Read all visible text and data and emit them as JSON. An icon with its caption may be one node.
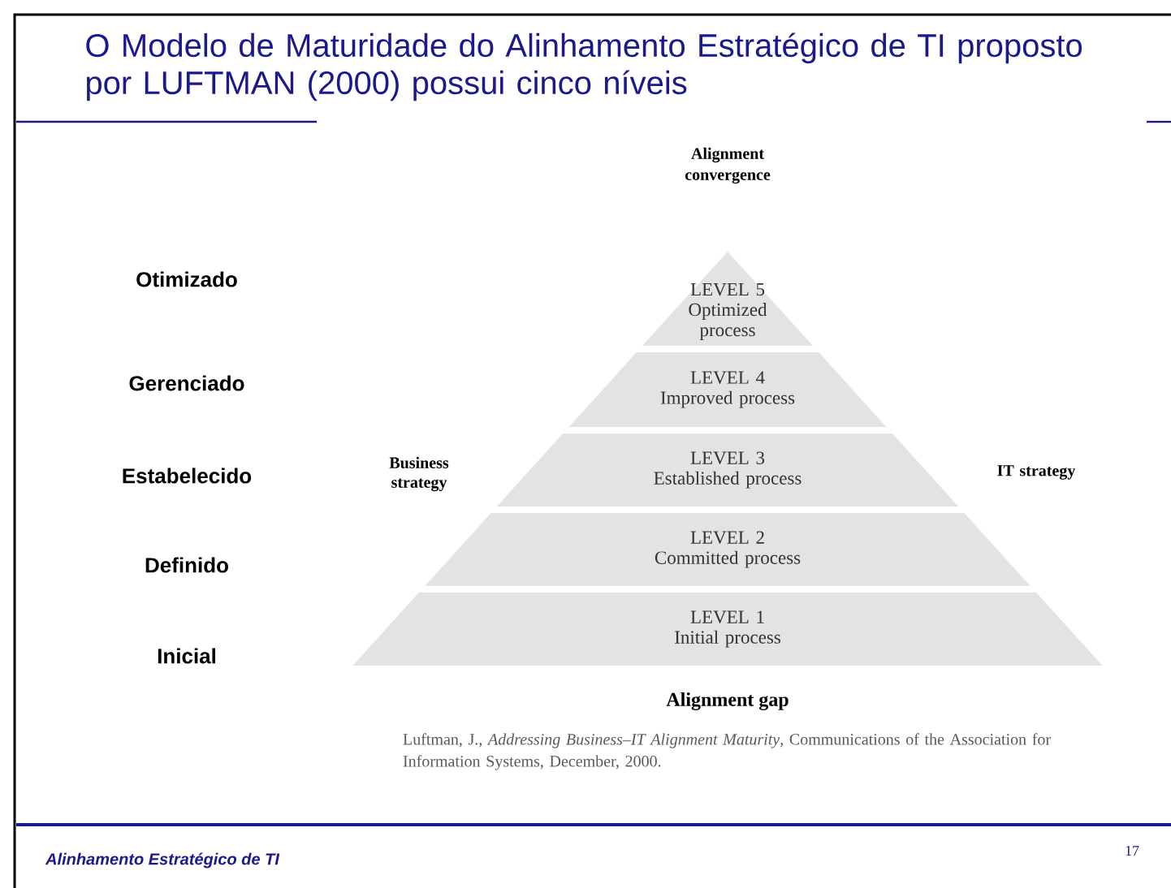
{
  "diagram": {
    "title": "O Modelo de Maturidade do Alinhamento Estratégico de TI proposto por LUFTMAN (2000) possui cinco níveis",
    "nodes": [
      {
        "text": [
          "LEVEL 5",
          "Optimized process"
        ]
      },
      {
        "text": [
          "LEVEL 4",
          "Improved process"
        ]
      },
      {
        "text": [
          "LEVEL 3",
          "Established process"
        ]
      },
      {
        "text": [
          "LEVEL 2",
          "Committed process"
        ]
      },
      {
        "text": [
          "LEVEL 1",
          "Initial process"
        ]
      }
    ],
    "labels": [
      "Alignment convergence",
      "Otimizado",
      "Gerenciado",
      "Estabelecido",
      "Definido",
      "Inicial",
      "Business strategy",
      "IT strategy",
      "Alignment gap",
      "Luftman, J., *Addressing Business–IT Alignment Maturity*, Communications of the Association for Information Systems, December, 2000.",
      "Alinhamento Estratégico de TI",
      "17"
    ]
  }
}
